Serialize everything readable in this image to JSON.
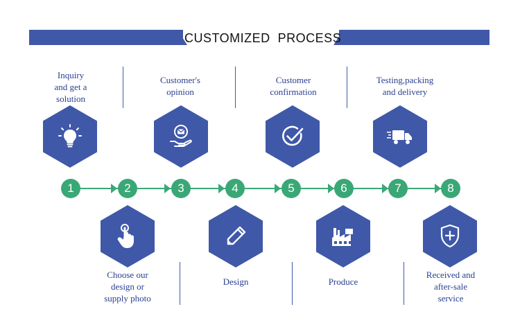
{
  "header": {
    "title": "CUSTOMIZED  PROCESS"
  },
  "steps": [
    {
      "number": "1",
      "label": "Inquiry\nand get a\nsolution",
      "icon": "lightbulb-icon"
    },
    {
      "number": "2",
      "label": "Choose our\ndesign or\nsupply photo",
      "icon": "touch-hand-icon"
    },
    {
      "number": "3",
      "label": "Customer's\nopinion",
      "icon": "message-hand-icon"
    },
    {
      "number": "4",
      "label": "Design",
      "icon": "pencil-icon"
    },
    {
      "number": "5",
      "label": "Customer\nconfirmation",
      "icon": "checkmark-icon"
    },
    {
      "number": "6",
      "label": "Produce",
      "icon": "factory-icon"
    },
    {
      "number": "7",
      "label": "Testing,packing\nand delivery",
      "icon": "truck-icon"
    },
    {
      "number": "8",
      "label": "Received and\nafter-sale\nservice",
      "icon": "shield-plus-icon"
    }
  ],
  "colors": {
    "primary": "#3f58a8",
    "timeline": "#3aa876",
    "label_text": "#2a3f8f"
  }
}
